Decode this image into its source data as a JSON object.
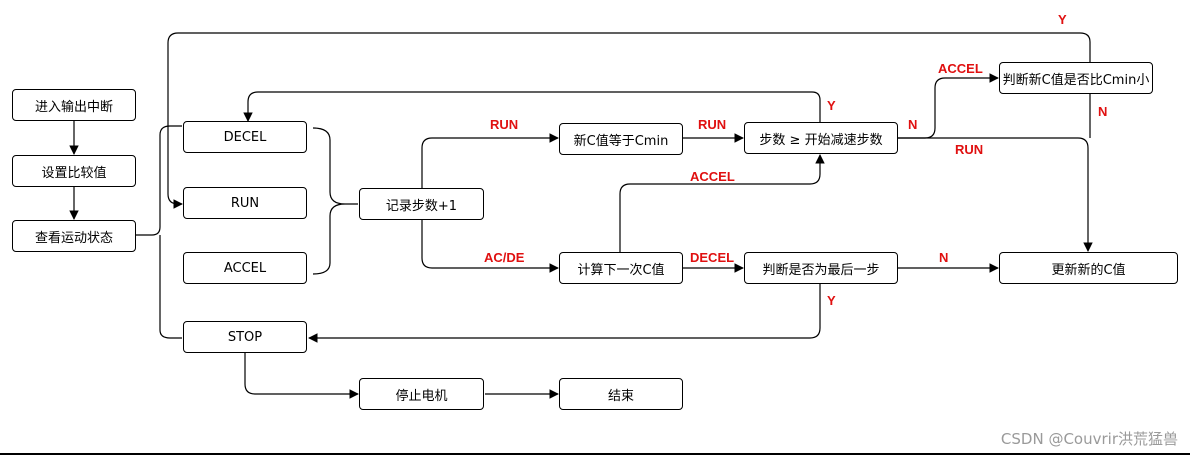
{
  "nodes": {
    "enter_isr": "进入输出中断",
    "set_compare": "设置比较值",
    "check_state": "查看运动状态",
    "decel": "DECEL",
    "run": "RUN",
    "accel": "ACCEL",
    "stop": "STOP",
    "record_steps": "记录步数+1",
    "new_c_eq_cmin": "新C值等于Cmin",
    "steps_ge_decel": "步数 ≥ 开始减速步数",
    "judge_new_c": "判断新C值是否比Cmin小",
    "calc_next_c": "计算下一次C值",
    "judge_last_step": "判断是否为最后一步",
    "update_new_c": "更新新的C值",
    "stop_motor": "停止电机",
    "end": "结束"
  },
  "edge_labels": {
    "run_top": "RUN",
    "run_mid": "RUN",
    "run_right": "RUN",
    "ac_de": "AC/DE",
    "decel": "DECEL",
    "accel_mid": "ACCEL",
    "accel_top": "ACCEL",
    "y_top": "Y",
    "y_steps": "Y",
    "y_last": "Y",
    "n_steps": "N",
    "n_judge": "N",
    "n_last": "N"
  },
  "watermark": "CSDN @Couvrir洪荒猛兽"
}
